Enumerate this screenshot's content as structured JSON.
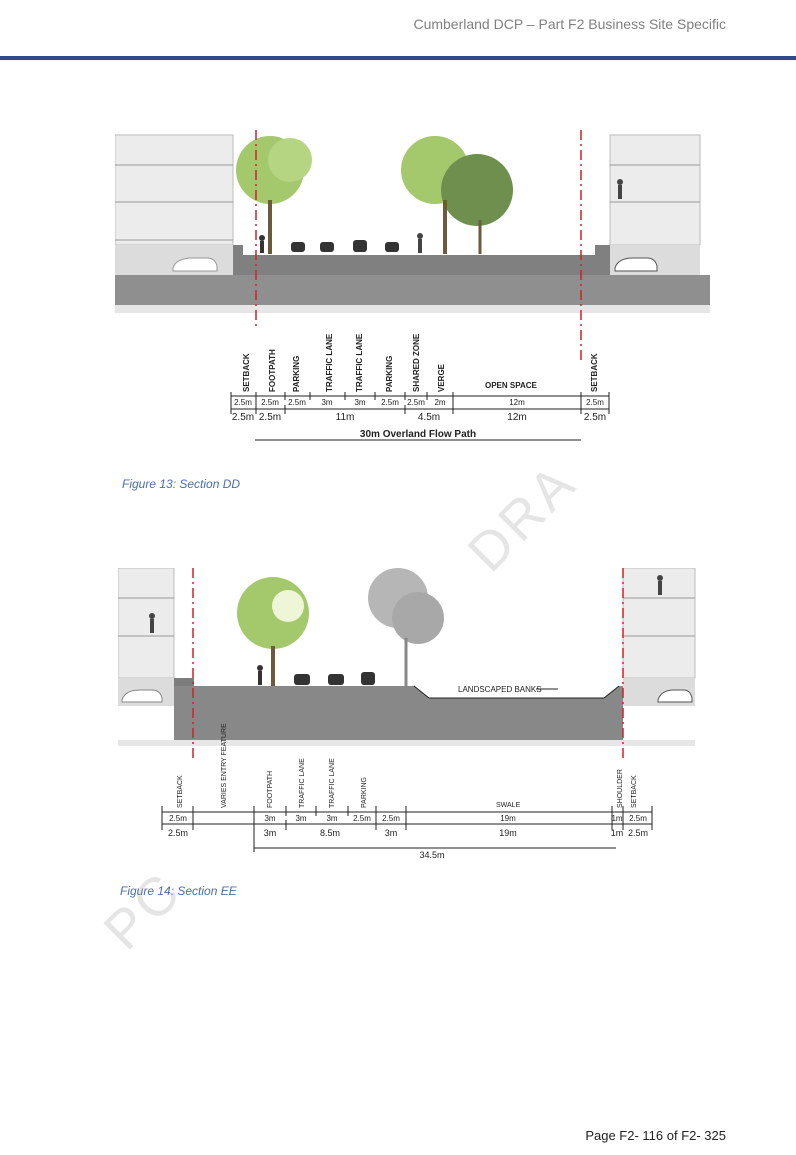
{
  "header": {
    "title": "Cumberland DCP – Part F2 Business Site Specific"
  },
  "colors": {
    "rule": "#2f4a8a",
    "caption": "#4a6fa5",
    "tree": "#9dc46a",
    "ground": "#7d7d7d",
    "redline": "#d0202a"
  },
  "figure13": {
    "caption": "Figure 13: Section DD",
    "labels": [
      "SETBACK",
      "FOOTPATH",
      "PARKING",
      "TRAFFIC LANE",
      "TRAFFIC LANE",
      "PARKING",
      "SHARED ZONE",
      "VERGE",
      "OPEN SPACE",
      "SETBACK"
    ],
    "row1": [
      "2.5m",
      "2.5m",
      "2.5m",
      "3m",
      "3m",
      "2.5m",
      "2.5m",
      "2m",
      "12m",
      "2.5m"
    ],
    "row2": [
      "2.5m",
      "2.5m",
      "11m",
      "4.5m",
      "12m",
      "2.5m"
    ],
    "total": "30m Overland Flow Path"
  },
  "figure14": {
    "caption": "Figure 14: Section EE",
    "bank_label": "LANDSCAPED BANKS",
    "labels": [
      "SETBACK",
      "VARIES ENTRY FEATURE",
      "FOOTPATH",
      "TRAFFIC LANE",
      "TRAFFIC LANE",
      "PARKING",
      "SWALE",
      "SHOULDER",
      "SETBACK"
    ],
    "row1": [
      "2.5m",
      "3m",
      "3m",
      "3m",
      "2.5m",
      "2.5m",
      "19m",
      "1m",
      "2.5m"
    ],
    "row2": [
      "2.5m",
      "3m",
      "8.5m",
      "3m",
      "19m",
      "1m",
      "2.5m"
    ],
    "total": "34.5m"
  },
  "watermark": {
    "a": "DRA",
    "b": "PC"
  },
  "footer": {
    "page": "Page F2- 116 of F2- 325"
  }
}
